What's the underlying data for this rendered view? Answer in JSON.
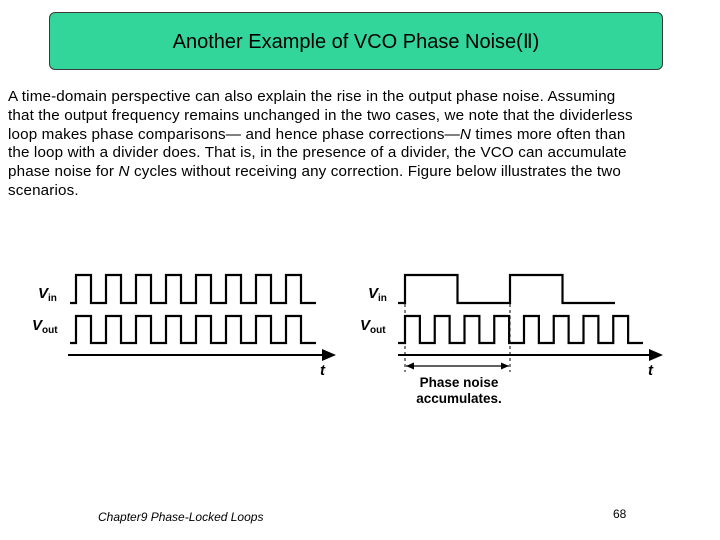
{
  "slide": {
    "title": "Another Example of VCO Phase Noise(Ⅱ)",
    "body_lines": [
      "A time-domain perspective can also explain the rise in the output phase noise. Assuming",
      "that the output frequency remains unchanged in the two cases, we note that the dividerless",
      "loop makes phase comparisons— and hence phase corrections—N times more often than",
      "the loop with a divider does. That is, in the presence of a divider, the VCO can accumulate",
      "phase noise for N cycles without receiving any correction. Figure below illustrates the two",
      "scenarios."
    ],
    "footer": "Chapter9 Phase-Locked Loops",
    "page_number": "68"
  },
  "figure": {
    "left": {
      "vin_label": {
        "main": "V",
        "sub": "in"
      },
      "vout_label": {
        "main": "V",
        "sub": "out"
      },
      "axis_label": "t",
      "vin_cycles": 8,
      "vout_cycles": 8
    },
    "right": {
      "vin_label": {
        "main": "V",
        "sub": "in"
      },
      "vout_label": {
        "main": "V",
        "sub": "out"
      },
      "axis_label": "t",
      "vin_cycles": 2,
      "vout_cycles": 8,
      "annotation_line1": "Phase noise",
      "annotation_line2": "accumulates."
    }
  }
}
